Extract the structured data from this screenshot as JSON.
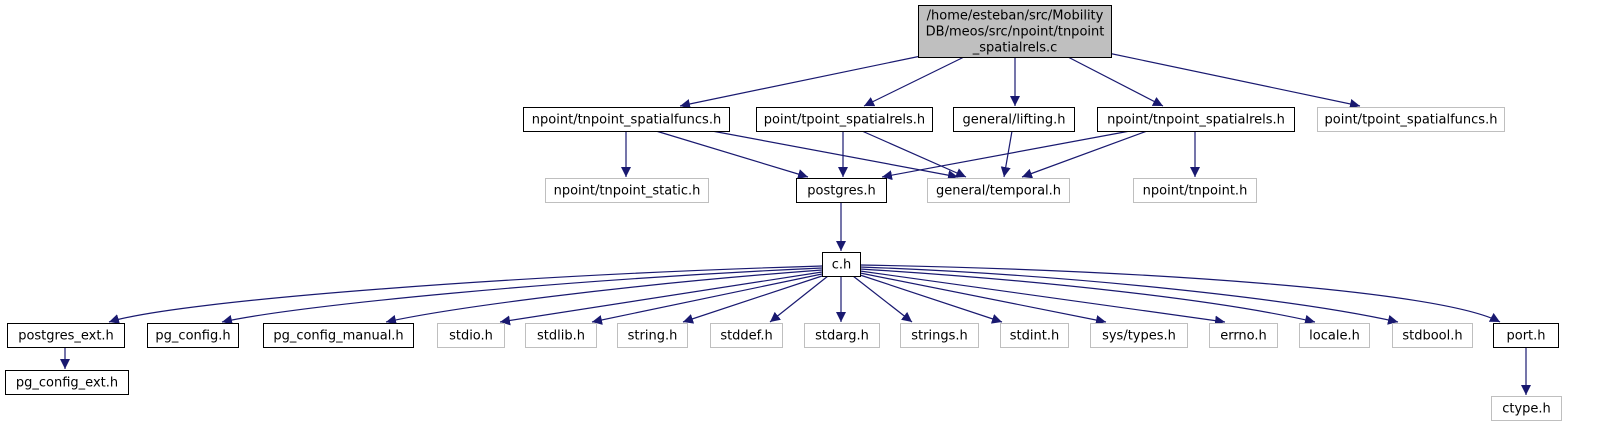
{
  "colors": {
    "edge": "#191970",
    "documented_border": "#000000",
    "undocumented_border": "#bfbfbf",
    "root_fill": "#bfbfbf",
    "node_fill": "#ffffff"
  },
  "nodes": [
    {
      "id": "root",
      "kind": "root",
      "lines": [
        "/home/esteban/src/Mobility",
        "DB/meos/src/npoint/tnpoint",
        "_spatialrels.c"
      ]
    },
    {
      "id": "tnpoint_spatialfuncs",
      "kind": "documented",
      "lines": [
        "npoint/tnpoint_spatialfuncs.h"
      ]
    },
    {
      "id": "tpoint_spatialrels",
      "kind": "documented",
      "lines": [
        "point/tpoint_spatialrels.h"
      ]
    },
    {
      "id": "lifting",
      "kind": "documented",
      "lines": [
        "general/lifting.h"
      ]
    },
    {
      "id": "tnpoint_spatialrels",
      "kind": "documented",
      "lines": [
        "npoint/tnpoint_spatialrels.h"
      ]
    },
    {
      "id": "tpoint_spatialfuncs",
      "kind": "undocumented",
      "lines": [
        "point/tpoint_spatialfuncs.h"
      ]
    },
    {
      "id": "tnpoint_static",
      "kind": "undocumented",
      "lines": [
        "npoint/tnpoint_static.h"
      ]
    },
    {
      "id": "postgres",
      "kind": "documented",
      "lines": [
        "postgres.h"
      ]
    },
    {
      "id": "temporal",
      "kind": "undocumented",
      "lines": [
        "general/temporal.h"
      ]
    },
    {
      "id": "tnpoint",
      "kind": "undocumented",
      "lines": [
        "npoint/tnpoint.h"
      ]
    },
    {
      "id": "c",
      "kind": "documented",
      "lines": [
        "c.h"
      ]
    },
    {
      "id": "postgres_ext",
      "kind": "documented",
      "lines": [
        "postgres_ext.h"
      ]
    },
    {
      "id": "pg_config",
      "kind": "documented",
      "lines": [
        "pg_config.h"
      ]
    },
    {
      "id": "pg_config_manual",
      "kind": "documented",
      "lines": [
        "pg_config_manual.h"
      ]
    },
    {
      "id": "stdio",
      "kind": "undocumented",
      "lines": [
        "stdio.h"
      ]
    },
    {
      "id": "stdlib",
      "kind": "undocumented",
      "lines": [
        "stdlib.h"
      ]
    },
    {
      "id": "string",
      "kind": "undocumented",
      "lines": [
        "string.h"
      ]
    },
    {
      "id": "stddef",
      "kind": "undocumented",
      "lines": [
        "stddef.h"
      ]
    },
    {
      "id": "stdarg",
      "kind": "undocumented",
      "lines": [
        "stdarg.h"
      ]
    },
    {
      "id": "strings",
      "kind": "undocumented",
      "lines": [
        "strings.h"
      ]
    },
    {
      "id": "stdint",
      "kind": "undocumented",
      "lines": [
        "stdint.h"
      ]
    },
    {
      "id": "sys_types",
      "kind": "undocumented",
      "lines": [
        "sys/types.h"
      ]
    },
    {
      "id": "errno",
      "kind": "undocumented",
      "lines": [
        "errno.h"
      ]
    },
    {
      "id": "locale",
      "kind": "undocumented",
      "lines": [
        "locale.h"
      ]
    },
    {
      "id": "stdbool",
      "kind": "undocumented",
      "lines": [
        "stdbool.h"
      ]
    },
    {
      "id": "port",
      "kind": "documented",
      "lines": [
        "port.h"
      ]
    },
    {
      "id": "pg_config_ext",
      "kind": "documented",
      "lines": [
        "pg_config_ext.h"
      ]
    },
    {
      "id": "ctype",
      "kind": "undocumented",
      "lines": [
        "ctype.h"
      ]
    }
  ],
  "edges": [
    {
      "from": "root",
      "to": "tnpoint_spatialfuncs"
    },
    {
      "from": "root",
      "to": "tpoint_spatialrels"
    },
    {
      "from": "root",
      "to": "lifting"
    },
    {
      "from": "root",
      "to": "tnpoint_spatialrels"
    },
    {
      "from": "root",
      "to": "tpoint_spatialfuncs"
    },
    {
      "from": "tnpoint_spatialfuncs",
      "to": "tnpoint_static"
    },
    {
      "from": "tnpoint_spatialfuncs",
      "to": "postgres"
    },
    {
      "from": "tnpoint_spatialfuncs",
      "to": "temporal"
    },
    {
      "from": "tpoint_spatialrels",
      "to": "postgres"
    },
    {
      "from": "tpoint_spatialrels",
      "to": "temporal"
    },
    {
      "from": "lifting",
      "to": "temporal"
    },
    {
      "from": "tnpoint_spatialrels",
      "to": "postgres"
    },
    {
      "from": "tnpoint_spatialrels",
      "to": "temporal"
    },
    {
      "from": "tnpoint_spatialrels",
      "to": "tnpoint"
    },
    {
      "from": "postgres",
      "to": "c"
    },
    {
      "from": "c",
      "to": "postgres_ext"
    },
    {
      "from": "c",
      "to": "pg_config"
    },
    {
      "from": "c",
      "to": "pg_config_manual"
    },
    {
      "from": "c",
      "to": "stdio"
    },
    {
      "from": "c",
      "to": "stdlib"
    },
    {
      "from": "c",
      "to": "string"
    },
    {
      "from": "c",
      "to": "stddef"
    },
    {
      "from": "c",
      "to": "stdarg"
    },
    {
      "from": "c",
      "to": "strings"
    },
    {
      "from": "c",
      "to": "stdint"
    },
    {
      "from": "c",
      "to": "sys_types"
    },
    {
      "from": "c",
      "to": "errno"
    },
    {
      "from": "c",
      "to": "locale"
    },
    {
      "from": "c",
      "to": "stdbool"
    },
    {
      "from": "c",
      "to": "port"
    },
    {
      "from": "postgres_ext",
      "to": "pg_config_ext"
    },
    {
      "from": "port",
      "to": "ctype"
    }
  ]
}
